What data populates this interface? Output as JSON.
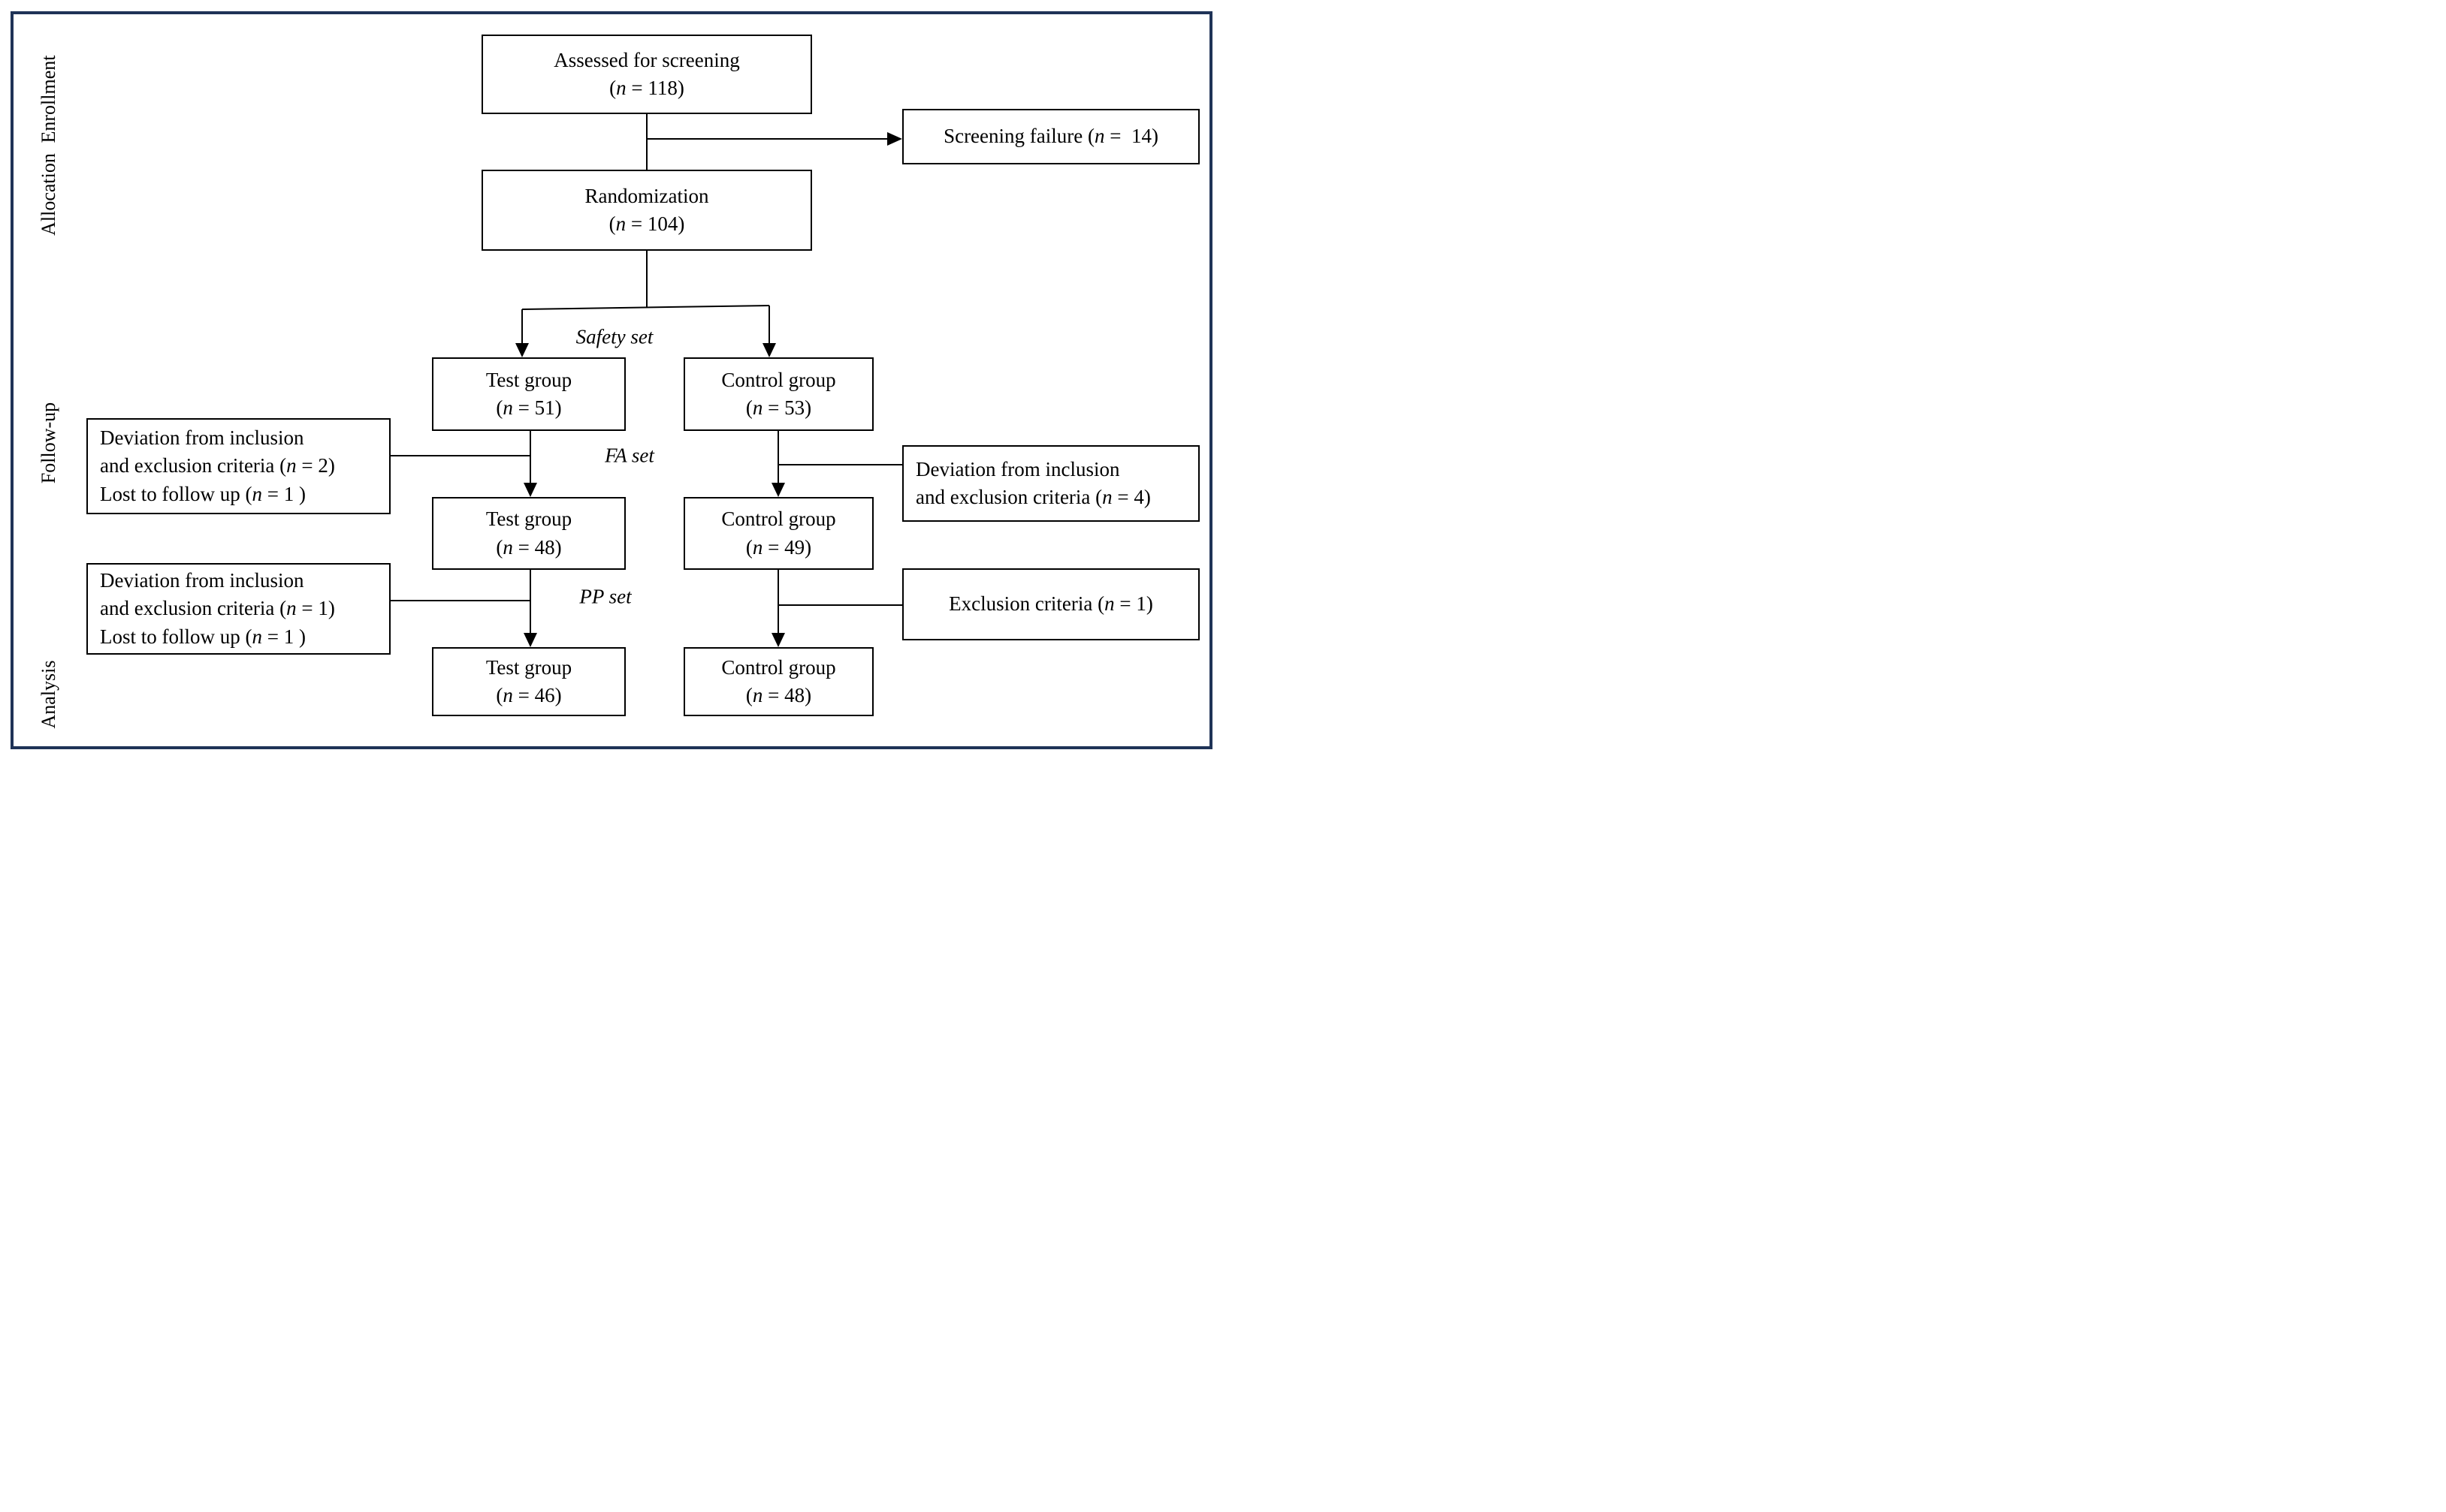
{
  "frame": {
    "border_color": "#1f3357"
  },
  "rail": {
    "labels": [
      {
        "id": "enrollment",
        "text": "Enrollment"
      },
      {
        "id": "allocation",
        "text": "Allocation"
      },
      {
        "id": "follow-up",
        "text": "Follow-up"
      },
      {
        "id": "analysis",
        "text": "Analysis"
      }
    ]
  },
  "set_labels": {
    "safety": "Safety set",
    "fa": "FA set",
    "pp": "PP set"
  },
  "boxes": {
    "assessed": {
      "lines": [
        {
          "pre": "Assessed for screening",
          "it": "",
          "post": ""
        },
        {
          "pre": "(",
          "it": "n",
          "post": " = 118)"
        }
      ]
    },
    "screening_failure": {
      "lines": [
        {
          "pre": "Screening failure (",
          "it": "n",
          "post": " =  14)"
        }
      ]
    },
    "randomization": {
      "lines": [
        {
          "pre": "Randomization",
          "it": "",
          "post": ""
        },
        {
          "pre": "(",
          "it": "n",
          "post": " = 104)"
        }
      ]
    },
    "test_safety": {
      "lines": [
        {
          "pre": "Test group",
          "it": "",
          "post": ""
        },
        {
          "pre": "(",
          "it": "n",
          "post": " = 51)"
        }
      ]
    },
    "control_safety": {
      "lines": [
        {
          "pre": "Control group",
          "it": "",
          "post": ""
        },
        {
          "pre": "(",
          "it": "n",
          "post": " = 53)"
        }
      ]
    },
    "deviation_left_fa": {
      "lines": [
        {
          "pre": "Deviation from inclusion",
          "it": "",
          "post": ""
        },
        {
          "pre": "and exclusion criteria (",
          "it": "n",
          "post": " = 2)"
        },
        {
          "pre": "Lost to follow up (",
          "it": "n",
          "post": " = 1 )"
        }
      ]
    },
    "deviation_right_fa": {
      "lines": [
        {
          "pre": "Deviation from inclusion",
          "it": "",
          "post": ""
        },
        {
          "pre": "and exclusion criteria (",
          "it": "n",
          "post": " = 4)"
        }
      ]
    },
    "test_fa": {
      "lines": [
        {
          "pre": "Test group",
          "it": "",
          "post": ""
        },
        {
          "pre": "(",
          "it": "n",
          "post": " = 48)"
        }
      ]
    },
    "control_fa": {
      "lines": [
        {
          "pre": "Control group",
          "it": "",
          "post": ""
        },
        {
          "pre": "(",
          "it": "n",
          "post": " = 49)"
        }
      ]
    },
    "deviation_left_pp": {
      "lines": [
        {
          "pre": "Deviation from inclusion",
          "it": "",
          "post": ""
        },
        {
          "pre": "and exclusion criteria (",
          "it": "n",
          "post": " = 1)"
        },
        {
          "pre": "Lost to follow up (",
          "it": "n",
          "post": " = 1 )"
        }
      ]
    },
    "exclusion_right_pp": {
      "lines": [
        {
          "pre": "Exclusion criteria (",
          "it": "n",
          "post": " = 1)"
        }
      ]
    },
    "test_pp": {
      "lines": [
        {
          "pre": "Test group",
          "it": "",
          "post": ""
        },
        {
          "pre": "(",
          "it": "n",
          "post": " = 46)"
        }
      ]
    },
    "control_pp": {
      "lines": [
        {
          "pre": "Control group",
          "it": "",
          "post": ""
        },
        {
          "pre": "(",
          "it": "n",
          "post": " = 48)"
        }
      ]
    }
  }
}
